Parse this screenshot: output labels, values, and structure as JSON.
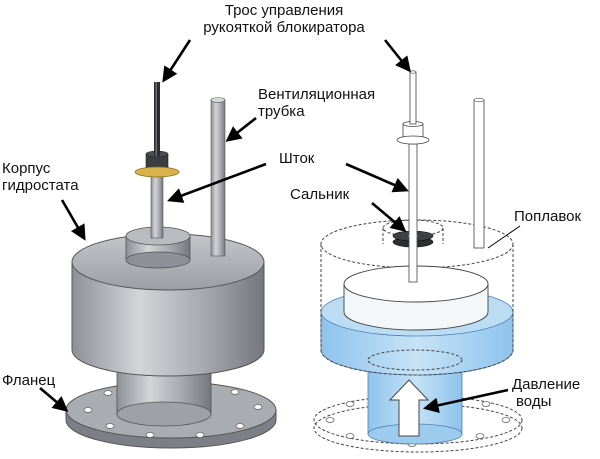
{
  "labels": {
    "cable_line1": "Трос управления",
    "cable_line2": "рукояткой блокиратора",
    "vent_line1": "Вентиляционная",
    "vent_line2": "трубка",
    "body_line1": "Корпус",
    "body_line2": "гидростата",
    "rod": "Шток",
    "gland": "Сальник",
    "float": "Поплавок",
    "flange": "Фланец",
    "pressure_line1": "Давление",
    "pressure_line2": "воды"
  },
  "colors": {
    "metal_light": "#c9cbcf",
    "metal_mid": "#9a9da3",
    "metal_dark": "#6f7278",
    "water": "#a9d3f2",
    "water_edge": "#5b8fc9",
    "outline": "#555555",
    "arrow": "#000000"
  }
}
